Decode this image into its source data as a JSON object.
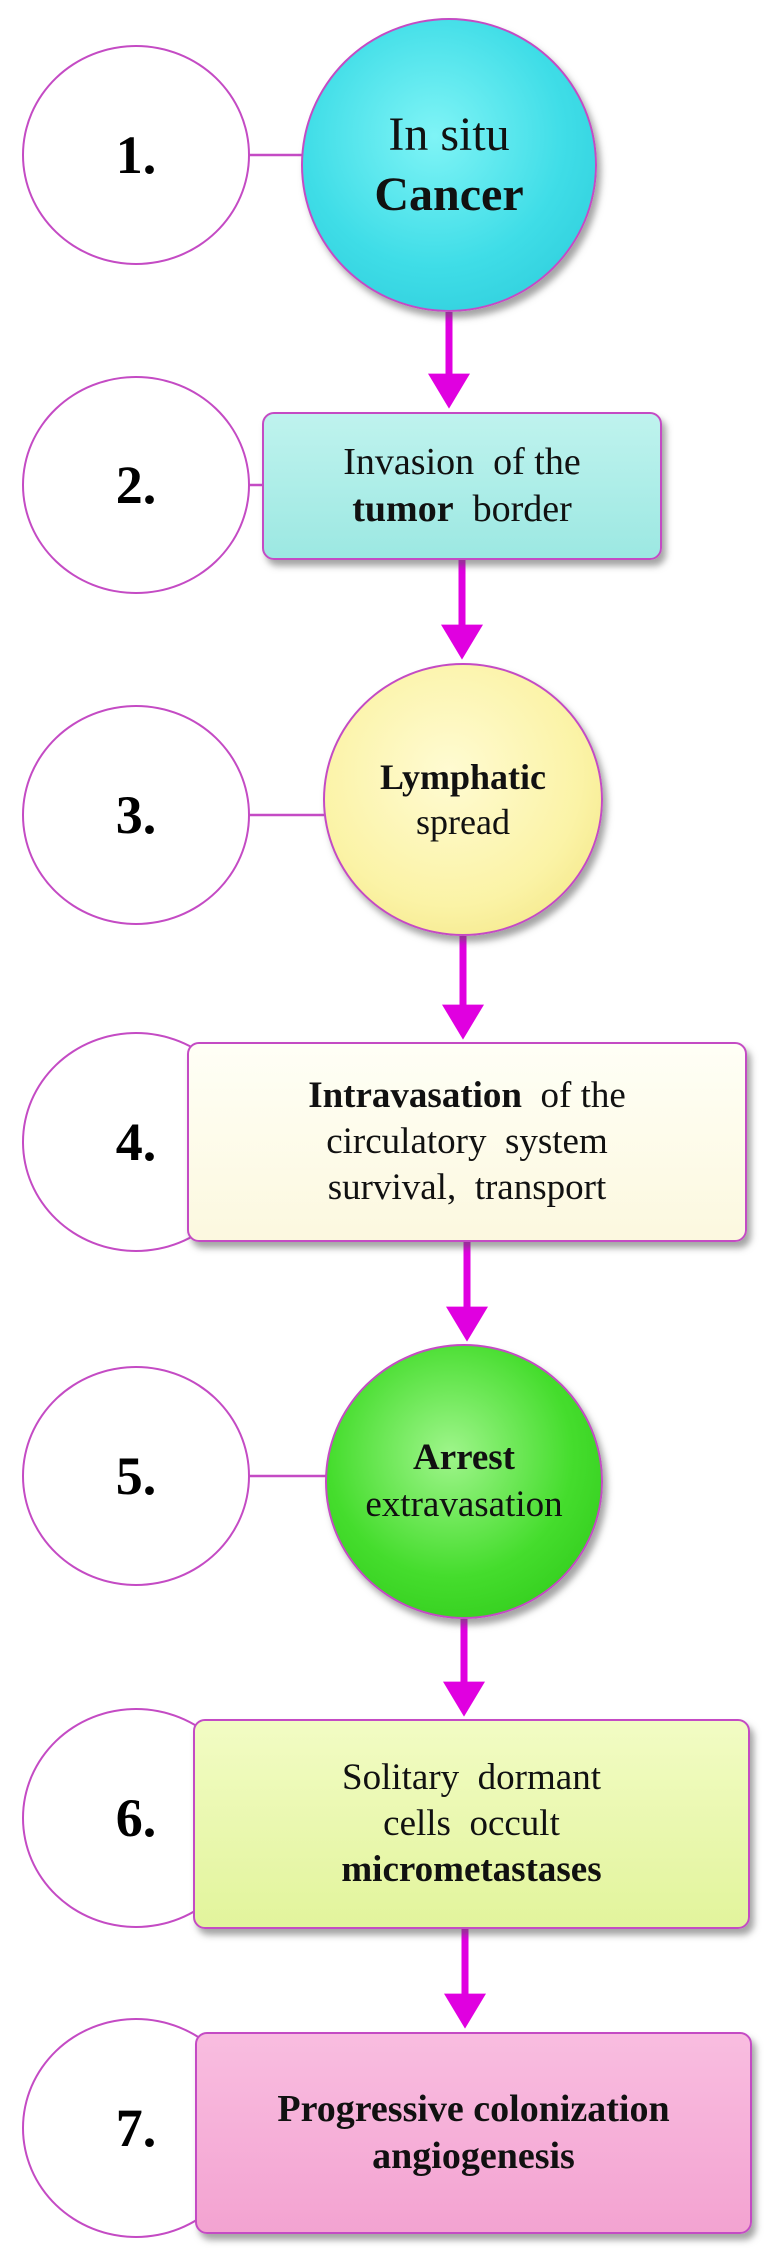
{
  "colors": {
    "accent": "#e000e0",
    "outline": "#c44bc4"
  },
  "steps": [
    {
      "number": "1.",
      "shape": "ellipse",
      "fill": "#3fdde7",
      "lines": [
        [
          {
            "text": "In situ",
            "bold": false
          }
        ],
        [
          {
            "text": "Cancer",
            "bold": true
          }
        ]
      ]
    },
    {
      "number": "2.",
      "shape": "rect",
      "fill": "#a8ece6",
      "lines": [
        [
          {
            "text": "Invasion  of the",
            "bold": false
          }
        ],
        [
          {
            "text": "tumor",
            "bold": true
          },
          {
            "text": "  border",
            "bold": false
          }
        ]
      ]
    },
    {
      "number": "3.",
      "shape": "ellipse",
      "fill": "#fbf3a6",
      "lines": [
        [
          {
            "text": "Lymphatic",
            "bold": true
          }
        ],
        [
          {
            "text": "spread",
            "bold": false
          }
        ]
      ]
    },
    {
      "number": "4.",
      "shape": "rect",
      "fill": "#fdfae8",
      "lines": [
        [
          {
            "text": "Intravasation",
            "bold": true
          },
          {
            "text": "  of the",
            "bold": false
          }
        ],
        [
          {
            "text": "circulatory  system",
            "bold": false
          }
        ],
        [
          {
            "text": "survival,  transport",
            "bold": false
          }
        ]
      ]
    },
    {
      "number": "5.",
      "shape": "ellipse",
      "fill": "#45dd2d",
      "lines": [
        [
          {
            "text": "Arrest",
            "bold": true
          }
        ],
        [
          {
            "text": "extravasation",
            "bold": false
          }
        ]
      ]
    },
    {
      "number": "6.",
      "shape": "rect",
      "fill": "#e8f6ac",
      "lines": [
        [
          {
            "text": "Solitary  dormant",
            "bold": false
          }
        ],
        [
          {
            "text": "cells  occult",
            "bold": false
          }
        ],
        [
          {
            "text": "micrometastases",
            "bold": true
          }
        ]
      ]
    },
    {
      "number": "7.",
      "shape": "rect",
      "fill": "#f6aed6",
      "lines": [
        [
          {
            "text": "Progressive colonization",
            "bold": true
          }
        ],
        [
          {
            "text": "angiogenesis",
            "bold": true
          }
        ]
      ]
    }
  ]
}
